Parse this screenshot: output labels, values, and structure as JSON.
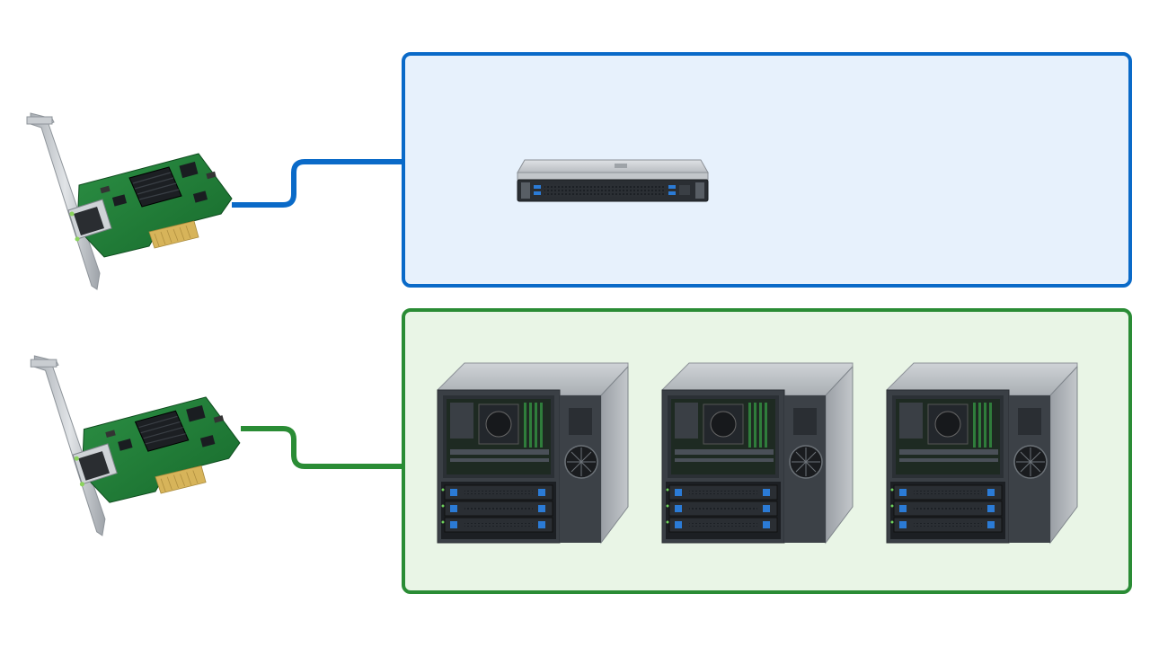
{
  "diagram": {
    "nodes": [
      {
        "id": "nic-top",
        "kind": "network-card",
        "connects_to": "group-top"
      },
      {
        "id": "nic-bottom",
        "kind": "network-card",
        "connects_to": "group-bottom"
      },
      {
        "id": "group-top",
        "kind": "server-group",
        "contains": [
          "rack-server"
        ],
        "count": 1
      },
      {
        "id": "group-bottom",
        "kind": "server-group",
        "contains": [
          "tower-server",
          "tower-server",
          "tower-server"
        ],
        "count": 3
      }
    ]
  },
  "colors": {
    "top_link": "#0a6ac8",
    "top_fill": "#e7f1fc",
    "bottom_link": "#2a8c35",
    "bottom_fill": "#e9f5e6",
    "pcb": "#1f7a35",
    "bracket": "#b9bec4",
    "gold": "#d7b45a",
    "server_body": "#c8ccd0",
    "server_dark": "#2a2e33",
    "drive_blue": "#2b7bd6"
  },
  "icons": [
    "nic-card-icon",
    "rack-server-icon",
    "tower-server-icon",
    "heatsink-icon",
    "rj45-port-icon",
    "drive-bay-icon",
    "fan-icon"
  ]
}
